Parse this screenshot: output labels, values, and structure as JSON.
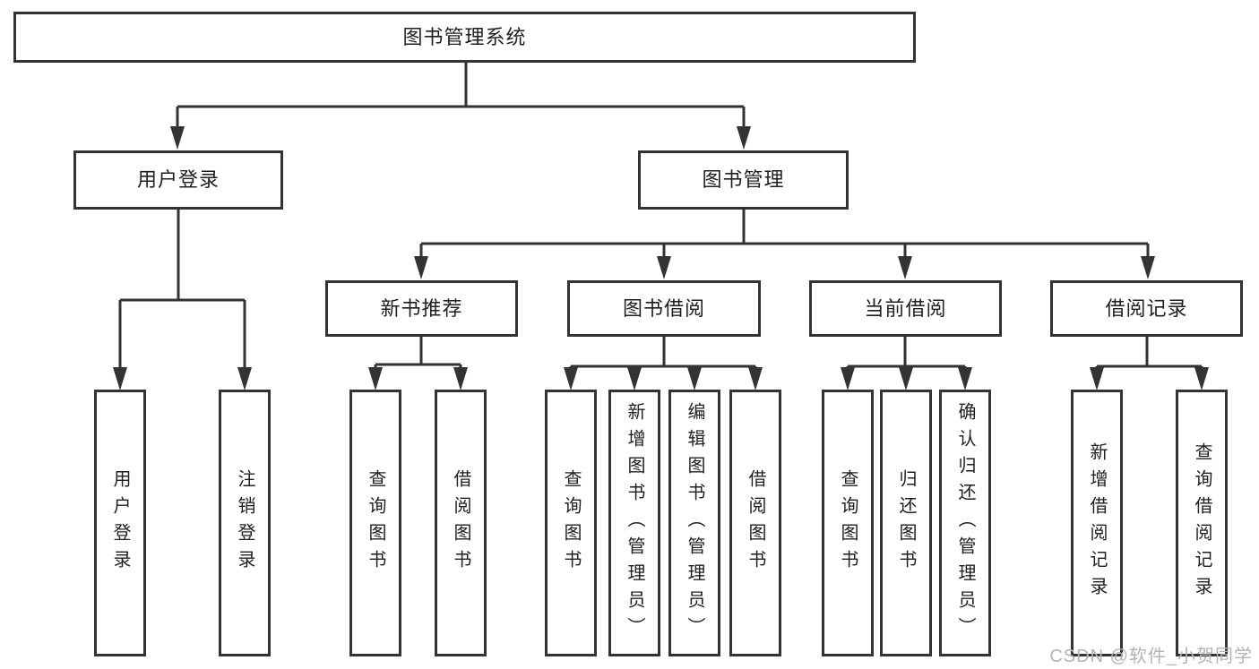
{
  "colors": {
    "line": "#333333",
    "box_border": "#333333",
    "text": "#1f1f1f",
    "watermark": "#b4b4b4",
    "background": "#ffffff"
  },
  "watermark": {
    "text": "CSDN @软件_小贺同学"
  },
  "nodes": {
    "root": {
      "label": "图书管理系统"
    },
    "userLogin": {
      "label": "用户登录"
    },
    "bookManagement": {
      "label": "图书管理"
    },
    "newBookRecommend": {
      "label": "新书推荐"
    },
    "bookBorrowing": {
      "label": "图书借阅"
    },
    "currentBorrowing": {
      "label": "当前借阅"
    },
    "borrowingRecords": {
      "label": "借阅记录"
    },
    "leafUserLogin": {
      "label": "用户登录"
    },
    "leafLogout": {
      "label": "注销登录"
    },
    "leafQueryBooks1": {
      "label": "查询图书"
    },
    "leafBorrowBooks1": {
      "label": "借阅图书"
    },
    "leafQueryBooks2": {
      "label": "查询图书"
    },
    "leafAddBookAdmin": {
      "label": "新增图书（管理员）"
    },
    "leafEditBookAdmin": {
      "label": "编辑图书（管理员）"
    },
    "leafBorrowBooks2": {
      "label": "借阅图书"
    },
    "leafQueryBooks3": {
      "label": "查询图书"
    },
    "leafReturnBook": {
      "label": "归还图书"
    },
    "leafConfirmReturnAdmin": {
      "label": "确认归还（管理员）"
    },
    "leafAddBorrowRecord": {
      "label": "新增借阅记录"
    },
    "leafQueryBorrowRecord": {
      "label": "查询借阅记录"
    }
  }
}
